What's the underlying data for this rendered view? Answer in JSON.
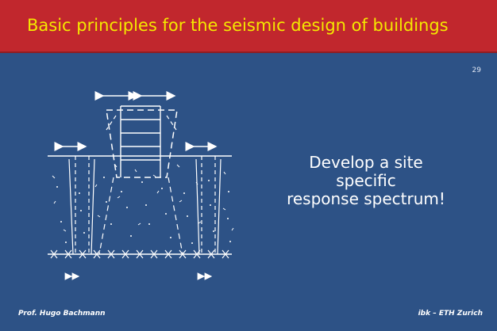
{
  "slide": {
    "title": "Basic principles for the seismic design of buildings",
    "page_number": "29",
    "message_lines": [
      "Develop a site",
      "specific",
      "response spectrum!"
    ],
    "footer_left": "Prof. Hugo Bachmann",
    "footer_right": "ibk – ETH Zurich"
  },
  "colors": {
    "background": "#2d5286",
    "title_band": "#c1272d",
    "title_text": "#f4e800",
    "line_art": "#ffffff"
  },
  "icons": [
    "double-arrow-icon",
    "building-icon",
    "soil-icon",
    "bedrock-icon"
  ]
}
